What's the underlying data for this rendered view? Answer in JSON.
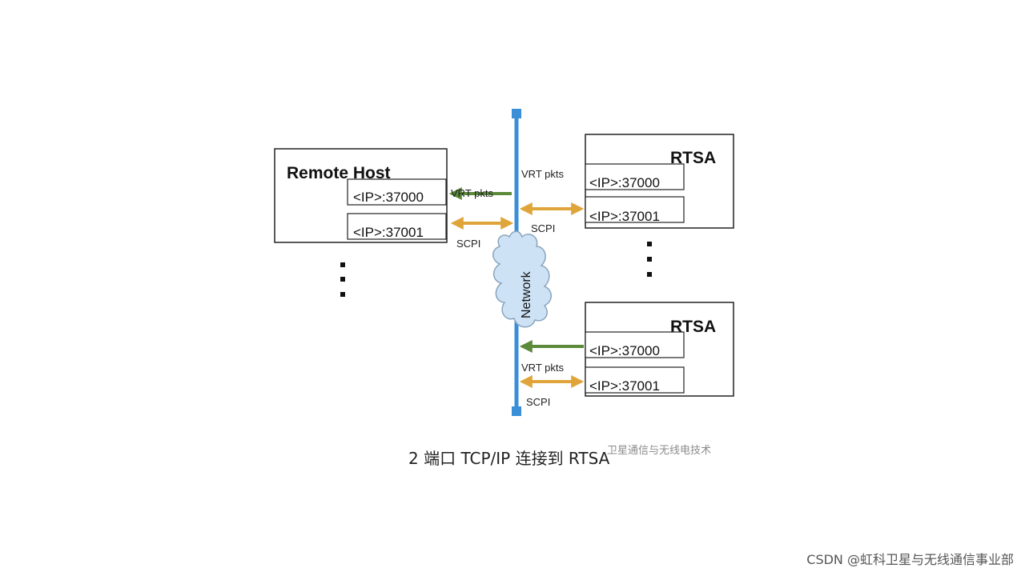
{
  "remote_host": {
    "title": "Remote Host",
    "port_vrt": "<IP>:37000",
    "port_scpi": "<IP>:37001"
  },
  "rtsa_top": {
    "title": "RTSA",
    "port_vrt": "<IP>:37000",
    "port_scpi": "<IP>:37001"
  },
  "rtsa_bottom": {
    "title": "RTSA",
    "port_vrt": "<IP>:37000",
    "port_scpi": "<IP>:37001"
  },
  "labels": {
    "vrt_left": "VRT pkts",
    "scpi_left": "SCPI",
    "vrt_top": "VRT pkts",
    "scpi_top": "SCPI",
    "vrt_bottom": "VRT pkts",
    "scpi_bottom": "SCPI",
    "network": "Network"
  },
  "caption": "2 端口 TCP/IP 连接到 RTSA",
  "caption_watermark": "卫星通信与无线电技术",
  "watermark": "CSDN @虹科卫星与无线通信事业部",
  "colors": {
    "network_line": "#3a8fd8",
    "vrt_arrow": "#5a8a3a",
    "scpi_arrow": "#e0a53a",
    "cloud": "#cde3f5"
  }
}
